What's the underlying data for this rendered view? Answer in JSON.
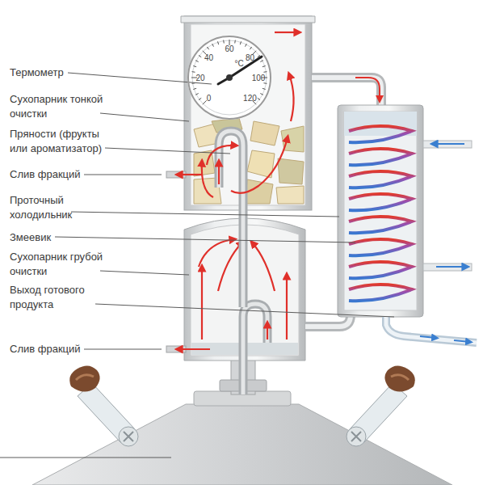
{
  "diagram": {
    "nodes": [
      {
        "text": [
          "0",
          "20",
          "40",
          "60",
          "80",
          "100",
          "120",
          "°C"
        ]
      }
    ],
    "labels": [
      "Термометр",
      "Сухопарник тонкой очистки",
      "Пряности (фрукты или ароматизатор)",
      "Слив фракций",
      "Проточный холодильник",
      "Змеевик",
      "Сухопарник грубой очистки",
      "Выход готового продукта",
      "Слив фракций"
    ]
  }
}
